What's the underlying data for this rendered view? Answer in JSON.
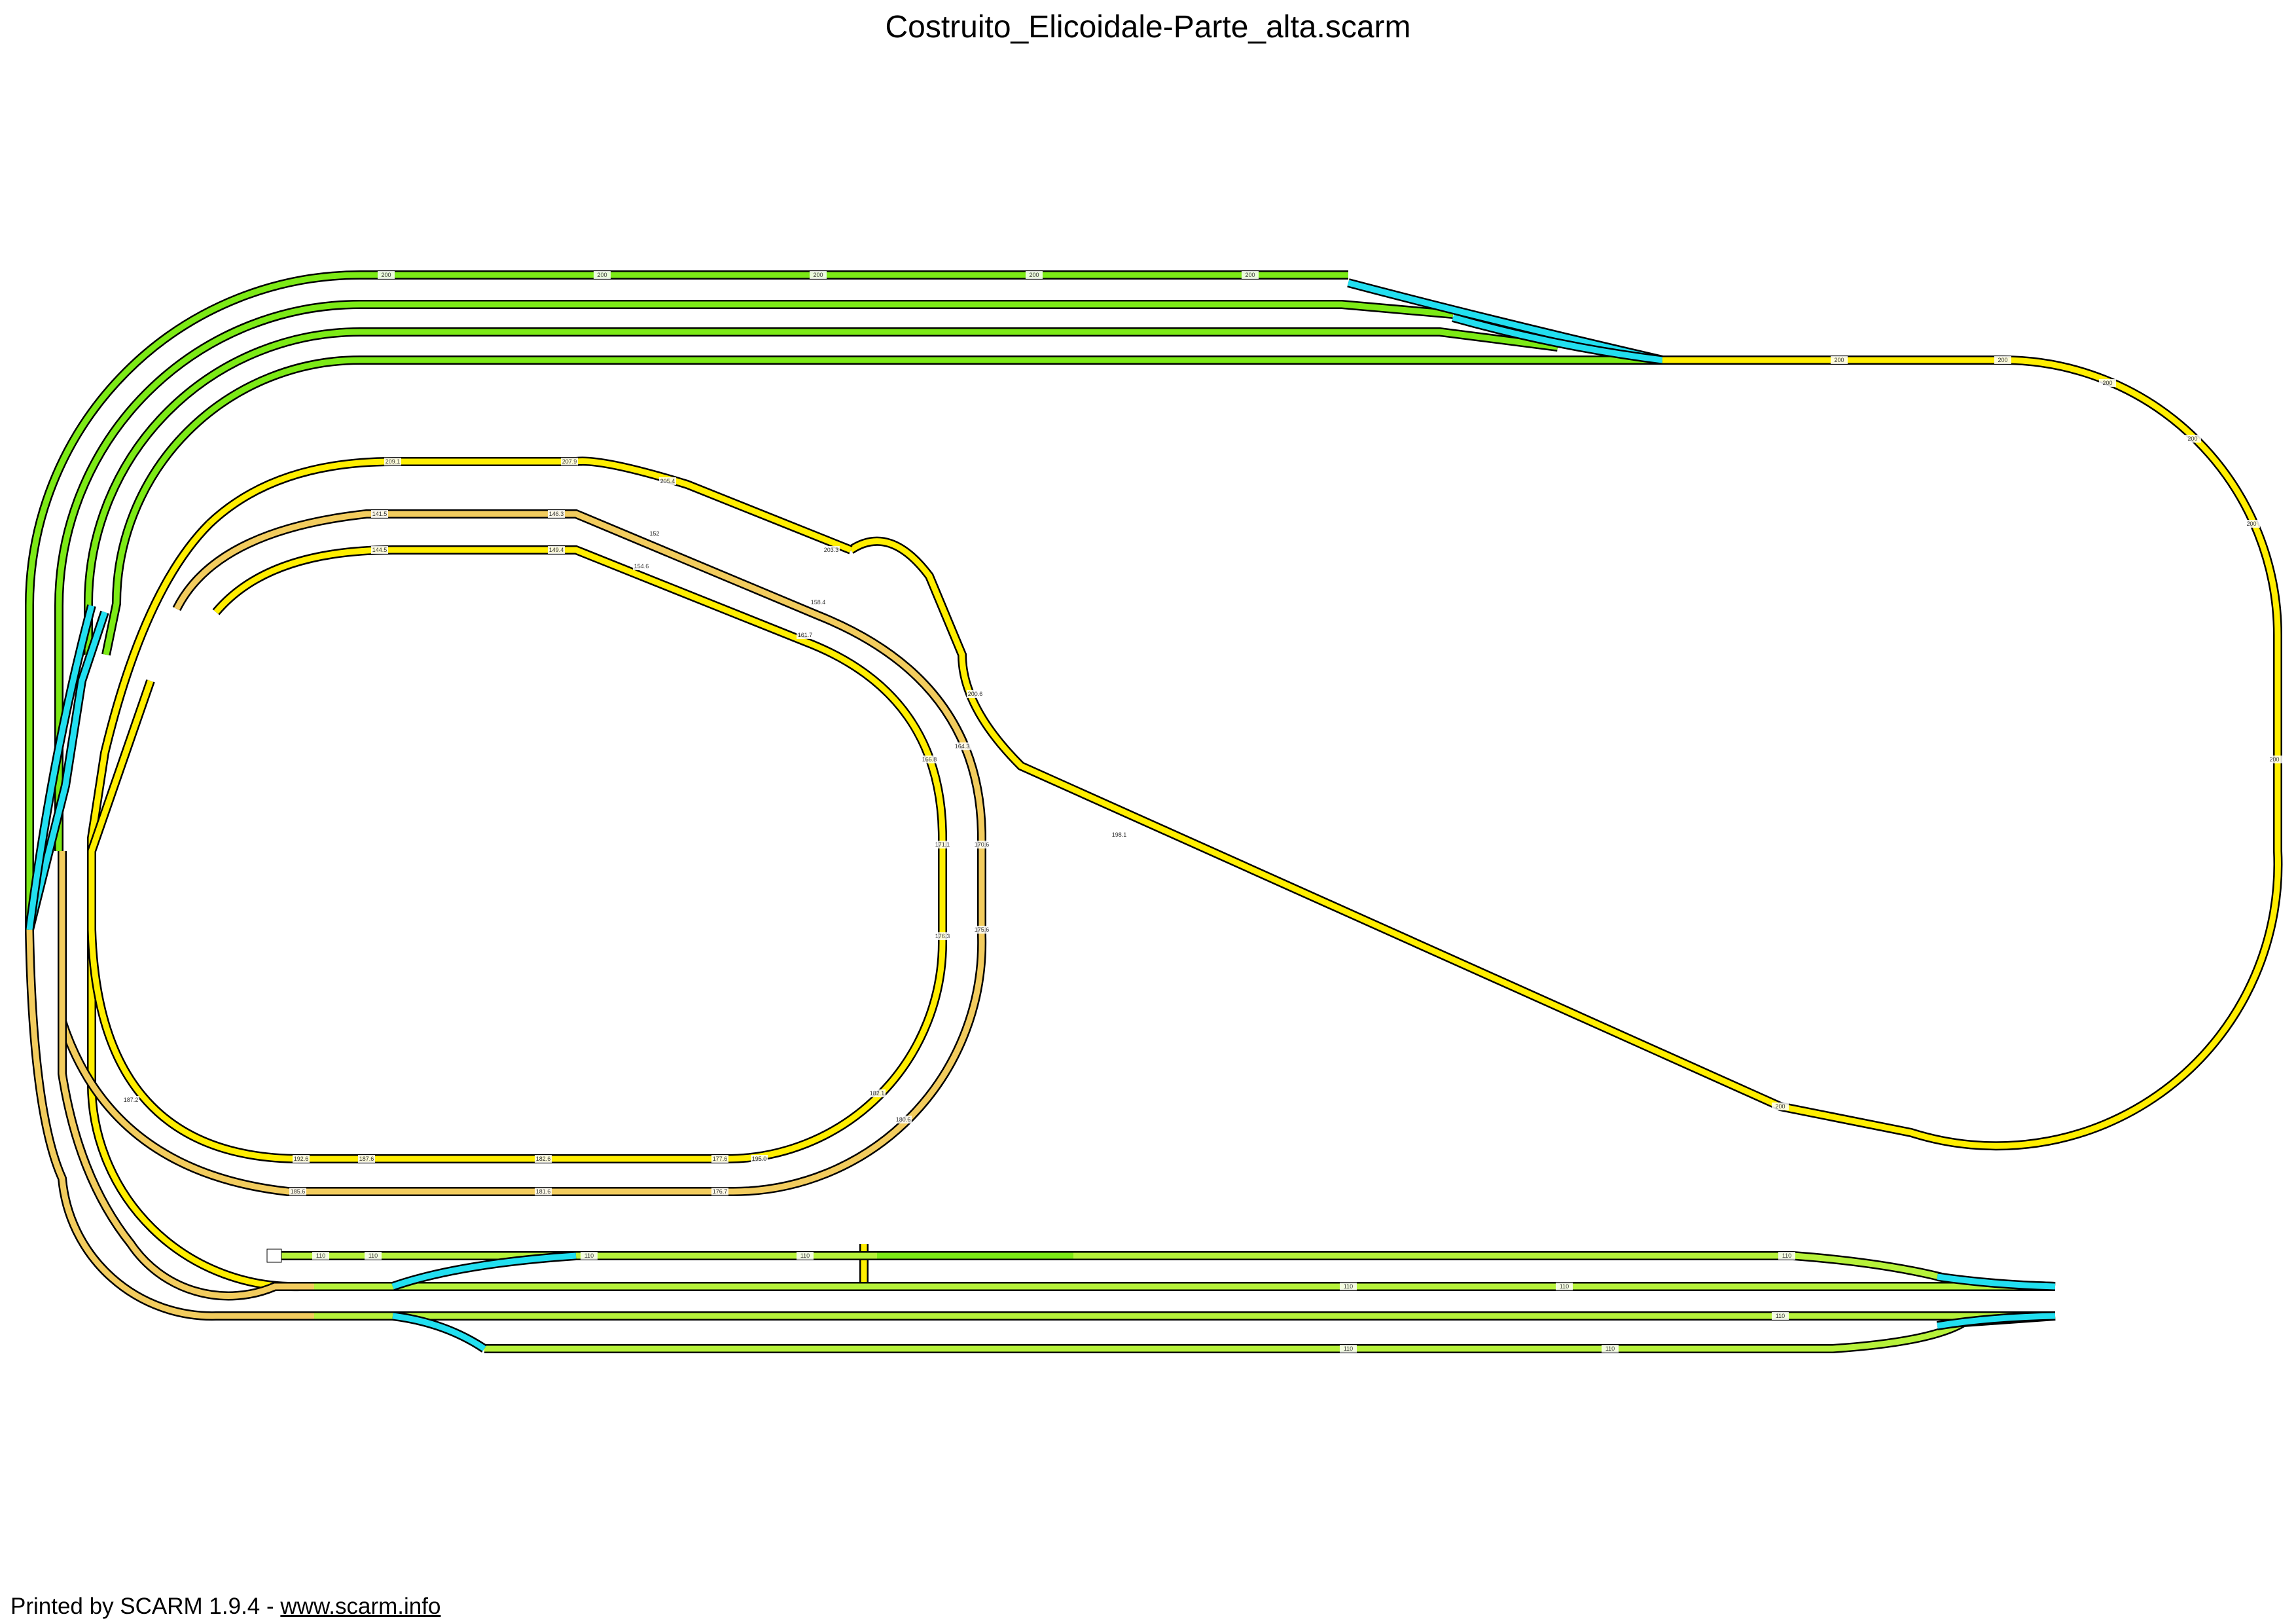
{
  "title": "Costruito_Elicoidale-Parte_alta.scarm",
  "footer": {
    "text": "Printed by SCARM 1.9.4 - ",
    "link": "www.scarm.info"
  },
  "colors": {
    "green": "#7cea16",
    "lightgreen": "#b6f23a",
    "yellow": "#ffee00",
    "orange": "#f2cc5e",
    "cyan": "#22dff0",
    "outline": "#000000"
  },
  "height_labels": {
    "top_group": [
      "200",
      "200",
      "200",
      "200",
      "200"
    ],
    "yellow_loop": [
      "200",
      "200",
      "200",
      "200",
      "200",
      "200",
      "200"
    ],
    "inner_spiral_outer": [
      "209.1",
      "207.9",
      "205.4",
      "203.3",
      "200.6",
      "198.1",
      "195.0",
      "192.6",
      "187.6",
      "182.6",
      "177.6"
    ],
    "inner_spiral_middle": [
      "141.5",
      "146.3",
      "152",
      "158.4",
      "164.3",
      "170.6",
      "175.6",
      "180.6",
      "185.6",
      "181.6",
      "176.7"
    ],
    "inner_spiral_inner": [
      "144.5",
      "149.4",
      "154.6",
      "161.7",
      "166.8",
      "171.1",
      "176.3",
      "182.1",
      "187.2"
    ],
    "bottom_yard": [
      "110",
      "110",
      "110",
      "110",
      "110",
      "110",
      "110",
      "110",
      "110",
      "110"
    ]
  }
}
